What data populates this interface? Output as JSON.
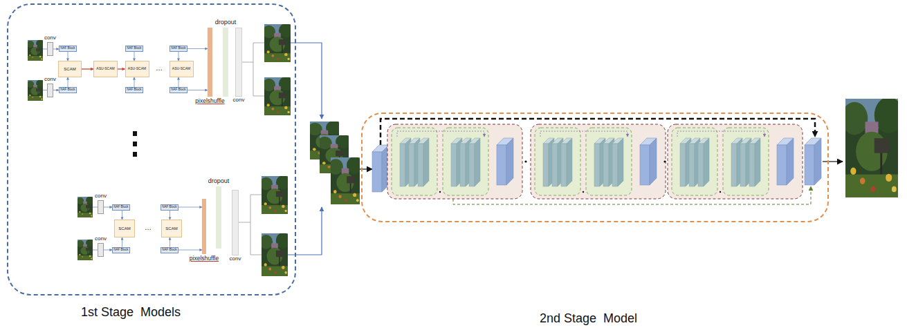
{
  "diagram": {
    "nodes": [
      {
        "text": [
          "1st Stage  Models"
        ]
      },
      {
        "text": [
          "conv"
        ],
        "in": 0
      },
      {
        "text": [
          "conv"
        ],
        "in": 0
      },
      {
        "text": [
          "NAF Block"
        ],
        "in": 0
      },
      {
        "text": [
          "NAF Block"
        ],
        "in": 0
      },
      {
        "text": [
          "SCAM"
        ],
        "in": 0
      },
      {
        "text": [
          "ASU-SCAM"
        ],
        "in": 0
      },
      {
        "text": [
          "NAF Block"
        ],
        "in": 0
      },
      {
        "text": [
          "NAF Block"
        ],
        "in": 0
      },
      {
        "text": [
          "ASU-SCAM"
        ],
        "in": 0
      },
      {
        "text": [
          "NAF Block"
        ],
        "in": 0
      },
      {
        "text": [
          "NAF Block"
        ],
        "in": 0
      },
      {
        "text": [
          "ASU-SCAM"
        ],
        "in": 0
      },
      {
        "text": [
          "pixelshuffle"
        ],
        "in": 0
      },
      {
        "text": [
          "dropout"
        ],
        "in": 0
      },
      {
        "text": [
          "conv"
        ],
        "in": 0
      },
      {
        "text": [
          "conv"
        ],
        "in": 0
      },
      {
        "text": [
          "conv"
        ],
        "in": 0
      },
      {
        "text": [
          "NAF Block"
        ],
        "in": 0
      },
      {
        "text": [
          "NAF Block"
        ],
        "in": 0
      },
      {
        "text": [
          "SCAM"
        ],
        "in": 0
      },
      {
        "text": [
          "NAF Block"
        ],
        "in": 0
      },
      {
        "text": [
          "NAF Block"
        ],
        "in": 0
      },
      {
        "text": [
          "SCAM"
        ],
        "in": 0
      },
      {
        "text": [
          "pixelshuffle"
        ],
        "in": 0
      },
      {
        "text": [
          "dropout"
        ],
        "in": 0
      },
      {
        "text": [
          "conv"
        ],
        "in": 0
      },
      {
        "text": [
          "2nd Stage  Model"
        ]
      }
    ],
    "edges": [
      {
        "from": 1,
        "to": 3,
        "arrow": "to"
      },
      {
        "from": 2,
        "to": 4,
        "arrow": "to"
      },
      {
        "from": 3,
        "to": 5,
        "arrow": "to"
      },
      {
        "from": 4,
        "to": 5,
        "arrow": "to"
      },
      {
        "from": 5,
        "to": 6,
        "arrow": "to"
      },
      {
        "from": 6,
        "to": 9,
        "arrow": "to"
      },
      {
        "from": 7,
        "to": 9,
        "arrow": "to"
      },
      {
        "from": 8,
        "to": 9,
        "arrow": "to"
      },
      {
        "from": 10,
        "to": 12,
        "arrow": "to"
      },
      {
        "from": 11,
        "to": 12,
        "arrow": "to"
      },
      {
        "from": 10,
        "to": 13,
        "arrow": "to"
      },
      {
        "from": 11,
        "to": 13,
        "arrow": "to"
      },
      {
        "from": 16,
        "to": 18,
        "arrow": "to"
      },
      {
        "from": 17,
        "to": 19,
        "arrow": "to"
      },
      {
        "from": 18,
        "to": 20,
        "arrow": "to"
      },
      {
        "from": 19,
        "to": 20,
        "arrow": "to"
      },
      {
        "from": 21,
        "to": 23,
        "arrow": "to"
      },
      {
        "from": 22,
        "to": 23,
        "arrow": "to"
      },
      {
        "from": 21,
        "to": 24,
        "arrow": "to"
      },
      {
        "from": 22,
        "to": 24,
        "arrow": "to"
      }
    ],
    "labels": [
      "…",
      "…"
    ]
  }
}
